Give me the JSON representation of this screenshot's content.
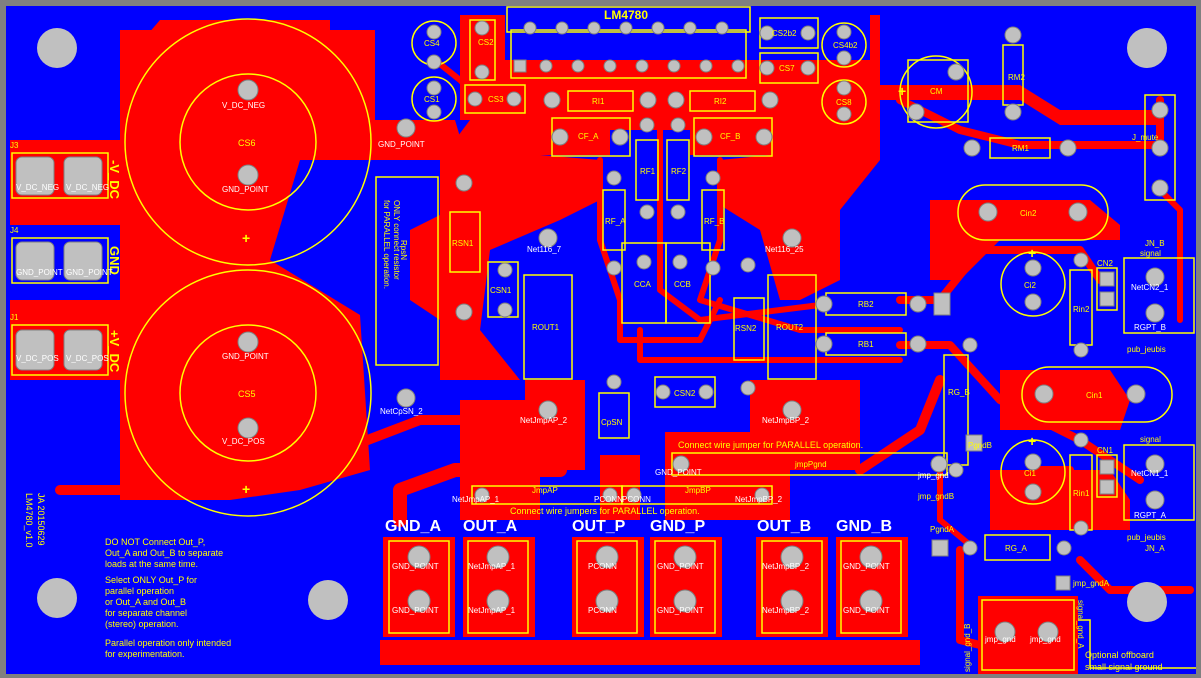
{
  "board": {
    "chip_title": "LM4780",
    "version_text": "LM4780_v1.0",
    "date_text": "JA 20150629",
    "colors": {
      "background": "#0000ff",
      "copper": "#ff0000",
      "silkscreen": "#ffff00",
      "pad": "#c0c0c0",
      "frame": "#808080",
      "netlabel": "#ffffff"
    }
  },
  "notes": {
    "line1": "DO NOT Connect Out_P,",
    "line2": "Out_A and Out_B to separate",
    "line3": "loads at the same time.",
    "line4": "Select ONLY Out_P for",
    "line5": "parallel operation",
    "line6": "or Out_A and Out_B",
    "line7": "for separate channel",
    "line8": "(stereo) operation.",
    "line9": "Parallel operation only intended",
    "line10": "for experimentation.",
    "jumper_note": "Connect wire jumper for PARALLEL operation.",
    "jumpers_note": "Connect wire jumpers for PARALLEL operation.",
    "rpsn_note1": "RpsN",
    "rpsn_note2": "ONLY connect resistor",
    "rpsn_note3": "for PARALLEL operation.",
    "offboard1": "Optional offboard",
    "offboard2": "small signal ground"
  },
  "power_terminals": {
    "neg_header": "J3",
    "neg_label": "-V_DC",
    "neg_pin1": "V_DC_NEG",
    "neg_pin2": "V_DC_NEG",
    "gnd_header": "J4",
    "gnd_label": "GND",
    "gnd_pin1": "GND_POINT",
    "gnd_pin2": "GND_POINT",
    "pos_header": "J1",
    "pos_label": "+V_DC",
    "pos_pin1": "V_DC_POS",
    "pos_pin2": "V_DC_POS"
  },
  "outputs": {
    "gnd_a": "GND_A",
    "out_a": "OUT_A",
    "out_p": "OUT_P",
    "gnd_p": "GND_P",
    "out_b": "OUT_B",
    "gnd_b": "GND_B",
    "gnd_a_pad1": "GND_POINT",
    "gnd_a_pad2": "GND_POINT",
    "out_a_pad1": "NetJmpAP_1",
    "out_a_pad2": "NetJmpAP_1",
    "out_p_pad1": "PCONN",
    "out_p_pad2": "PCONN",
    "gnd_p_pad1": "GND_POINT",
    "gnd_p_pad2": "GND_POINT",
    "out_b_pad1": "NetJmpBP_2",
    "out_b_pad2": "NetJmpBP_2",
    "gnd_b_pad1": "GND_POINT",
    "gnd_b_pad2": "GND_POINT"
  },
  "components": {
    "cs6": "CS6",
    "cs5": "CS5",
    "cs4": "CS4",
    "cs2": "CS2",
    "cs1": "CS1",
    "cs3": "CS3",
    "cs2b2": "CS2b2",
    "cs4b2": "CS4b2",
    "cs7": "CS7",
    "cs8": "CS8",
    "cm": "CM",
    "rm1": "RM1",
    "rm2": "RM2",
    "rf1": "RF1",
    "rf2": "RF2",
    "rf_a": "RF_A",
    "rf_b": "RF_B",
    "ri1": "RI1",
    "ri2": "RI2",
    "cf_a": "CF_A",
    "cf_b": "CF_B",
    "cca": "CCA",
    "ccb": "CCB",
    "rsn1": "RSN1",
    "csn1": "CSN1",
    "rsn2": "RSN2",
    "csn2": "CSN2",
    "cpsn": "CpSN",
    "rout1": "ROUT1",
    "rout2": "ROUT2",
    "rb1": "RB1",
    "rb2": "RB2",
    "rg_a": "RG_A",
    "rg_b": "RG_B",
    "cin1": "Cin1",
    "cin2": "Cin2",
    "ci1": "Ci1",
    "ci2": "Ci2",
    "rin1": "Rin1",
    "rin2": "Rin2",
    "cn1": "CN1",
    "cn2": "CN2",
    "j_mute": "J_mute",
    "jmp_ap": "JmpAP",
    "jmp_bp": "JmpBP",
    "jmp_pgnd": "jmpPgnd",
    "jmp_gndb": "jmp_gndB",
    "jmp_gnda": "jmp_gndA",
    "pgnd_a": "PgndA",
    "pgnd_b": "PgndB",
    "jn_a": "JN_A",
    "jn_b": "JN_B",
    "signal_a": "signal",
    "signal_b": "signal",
    "pub_jeubis_a": "pub_jeubis",
    "pub_jeubis_b": "pub_jeubis",
    "signal_gnd_b": "signal_gnd_B",
    "signal_gnd_a": "signal_gnd_A"
  },
  "netlabels": {
    "v_dc_neg": "V_DC_NEG",
    "gnd_point": "GND_POINT",
    "netcpsn_2": "NetCpSN_2",
    "net116_7": "Net116_7",
    "net116_25": "Net116_25",
    "netjmpap_2": "NetJmpAP_2",
    "netjmpbp_2": "NetJmpBP_2",
    "netjmpap_1": "NetJmpAP_1",
    "pconn": "PCONN",
    "rgpt_a": "RGPT_A",
    "rgpt_b": "RGPT_B",
    "netcn1": "NetCN1_1",
    "netcn2": "NetCN2_1",
    "jmp_gnd": "jmp_gnd"
  }
}
